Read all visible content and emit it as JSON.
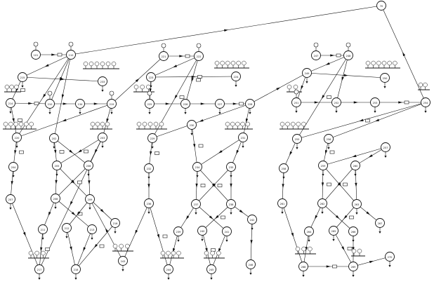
{
  "diagram": {
    "kind": "power-flow network schematic",
    "line_color": "#111111",
    "fill_color": "#ffffff",
    "node_labels": [
      "70",
      "101",
      "110",
      "215",
      "233",
      "214",
      "210",
      "134",
      "219",
      "220",
      "202",
      "203",
      "204",
      "205",
      "206",
      "207",
      "208",
      "209",
      "211",
      "212",
      "213",
      "216",
      "217",
      "218",
      "221",
      "222",
      "223",
      "224",
      "225",
      "226",
      "227",
      "228",
      "229",
      "230",
      "231",
      "232",
      "234",
      "235",
      "236",
      "237",
      "238",
      "239",
      "240",
      "241",
      "242",
      "243",
      "244",
      "245",
      "246",
      "247",
      "248",
      "249",
      "250",
      "251",
      "252",
      "253",
      "254",
      "255",
      "256",
      "257",
      "258",
      "259",
      "260",
      "261",
      "262",
      "263",
      "264",
      "265",
      "266",
      "267",
      "268",
      "269",
      "270",
      "271",
      "272",
      "273",
      "274",
      "275",
      "276",
      "277",
      "278",
      "279",
      "280",
      "281",
      "282",
      "283",
      "284",
      "285",
      "286",
      "287"
    ]
  }
}
